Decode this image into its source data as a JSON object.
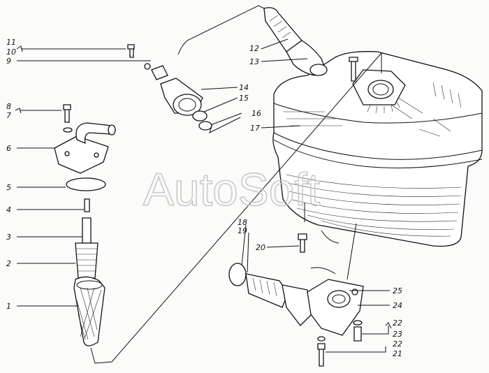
{
  "watermark": "AutoSoft",
  "labels": [
    "11",
    "10",
    "9",
    "8",
    "7",
    "6",
    "5",
    "4",
    "3",
    "2",
    "1",
    "12",
    "13",
    "14",
    "15",
    "16",
    "17",
    "18",
    "19",
    "20",
    "25",
    "24",
    "22",
    "23",
    "22",
    "21"
  ],
  "colors": {
    "ink": "#111111",
    "watermark": "#c9c9c9",
    "paper": "#fbfbfa"
  }
}
